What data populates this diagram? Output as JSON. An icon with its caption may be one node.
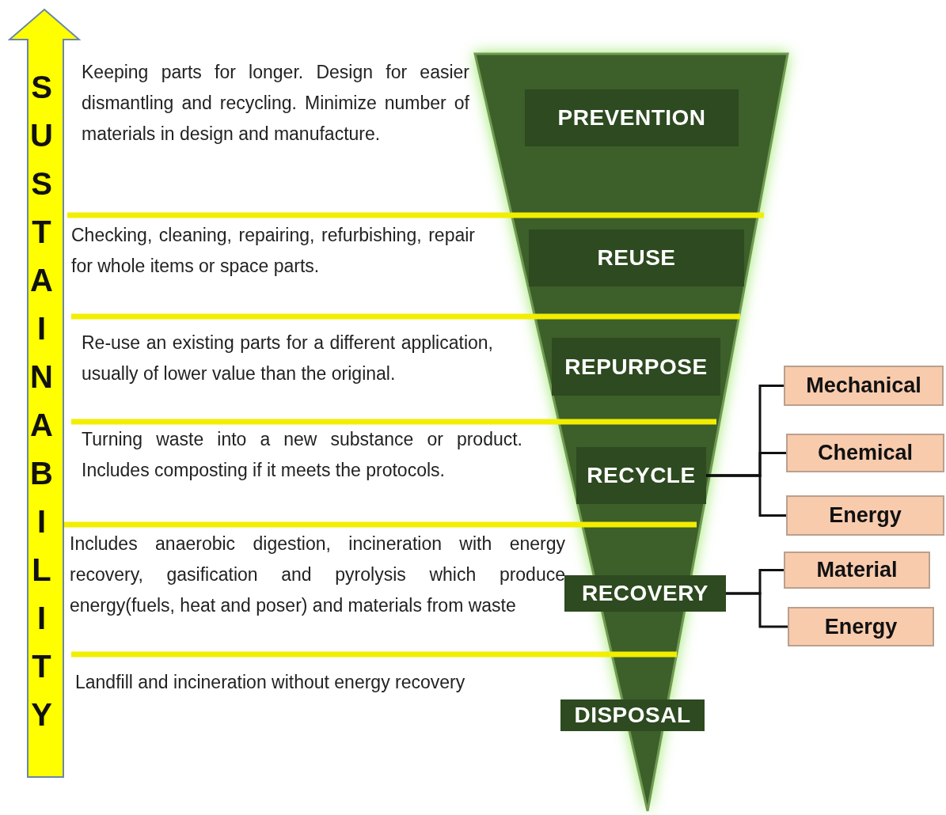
{
  "diagram": {
    "nodes": [
      {
        "text": [
          "SUSTAINABILITY"
        ]
      },
      {
        "text": [
          "PREVENTION"
        ]
      },
      {
        "text": [
          "REUSE"
        ]
      },
      {
        "text": [
          "REPURPOSE"
        ]
      },
      {
        "text": [
          "RECYCLE"
        ]
      },
      {
        "text": [
          "Mechanical"
        ]
      },
      {
        "text": [
          "Chemical"
        ]
      },
      {
        "text": [
          "Energy"
        ]
      },
      {
        "text": [
          "RECOVERY"
        ]
      },
      {
        "text": [
          "Material"
        ]
      },
      {
        "text": [
          "Energy"
        ]
      },
      {
        "text": [
          "DISPOSAL"
        ]
      }
    ],
    "edges": [
      {
        "from": 4,
        "to": 5,
        "arrow": "none"
      },
      {
        "from": 4,
        "to": 6,
        "arrow": "none"
      },
      {
        "from": 4,
        "to": 7,
        "arrow": "none"
      },
      {
        "from": 8,
        "to": 9,
        "arrow": "none"
      },
      {
        "from": 8,
        "to": 10,
        "arrow": "none"
      }
    ],
    "labels": [
      "Keeping parts for longer. Design for easier dismantling and recycling. Minimize number of materials in design and manufacture.",
      "Checking, cleaning, repairing, refurbishing, repair for whole items or space parts.",
      "Re-use an existing parts for a different application, usually of lower value than the original.",
      "Turning waste into a new substance or product. Includes composting if it meets the protocols.",
      "Includes anaerobic digestion, incineration with energy recovery, gasification and pyrolysis which produce energy(fuels, heat and poser) and materials from waste",
      "Landfill and incineration without energy recovery"
    ]
  }
}
